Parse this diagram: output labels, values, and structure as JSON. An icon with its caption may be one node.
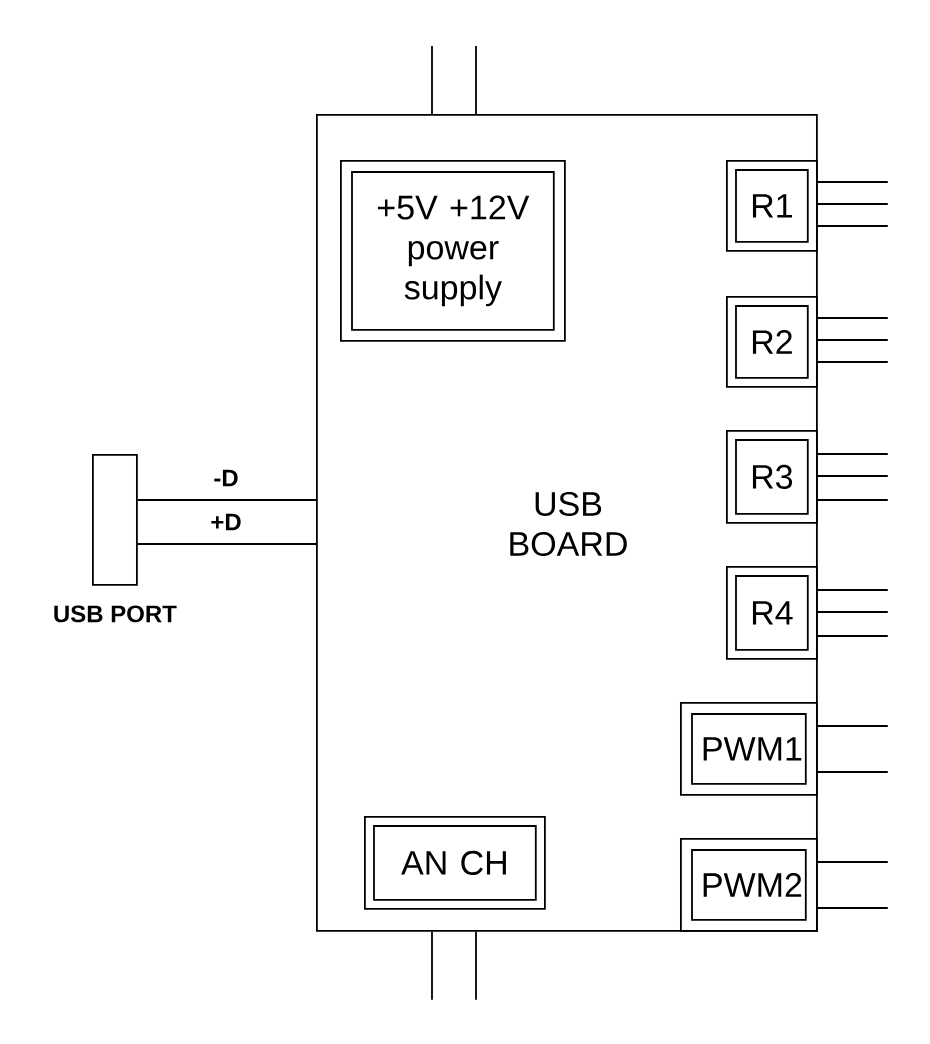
{
  "diagram": {
    "nodes": [
      {
        "text": [],
        "shape": "box",
        "beside": [
          "USB PORT"
        ]
      },
      {
        "text": [
          "USB BOARD"
        ]
      },
      {
        "text": [
          "+5V +12V power supply"
        ],
        "in": 1
      },
      {
        "text": [
          "R1"
        ],
        "in": 1
      },
      {
        "text": [
          "R2"
        ],
        "in": 1
      },
      {
        "text": [
          "R3"
        ],
        "in": 1
      },
      {
        "text": [
          "R4"
        ],
        "in": 1
      },
      {
        "text": [
          "PWM1"
        ],
        "in": 1
      },
      {
        "text": [
          "PWM2"
        ],
        "in": 1
      },
      {
        "text": [
          "AN CH"
        ],
        "in": 1
      }
    ],
    "edges": [
      {
        "from": 0,
        "to": 1,
        "arrow": "none",
        "label": "-D"
      },
      {
        "from": 0,
        "to": 1,
        "arrow": "none",
        "label": "+D"
      },
      {
        "from": 1,
        "to": null,
        "arrow": "none"
      },
      {
        "from": 1,
        "to": null,
        "arrow": "none"
      },
      {
        "from": 1,
        "to": null,
        "arrow": "none"
      },
      {
        "from": 1,
        "to": null,
        "arrow": "none"
      },
      {
        "from": 3,
        "to": null,
        "arrow": "none"
      },
      {
        "from": 3,
        "to": null,
        "arrow": "none"
      },
      {
        "from": 3,
        "to": null,
        "arrow": "none"
      },
      {
        "from": 4,
        "to": null,
        "arrow": "none"
      },
      {
        "from": 4,
        "to": null,
        "arrow": "none"
      },
      {
        "from": 4,
        "to": null,
        "arrow": "none"
      },
      {
        "from": 5,
        "to": null,
        "arrow": "none"
      },
      {
        "from": 5,
        "to": null,
        "arrow": "none"
      },
      {
        "from": 5,
        "to": null,
        "arrow": "none"
      },
      {
        "from": 6,
        "to": null,
        "arrow": "none"
      },
      {
        "from": 6,
        "to": null,
        "arrow": "none"
      },
      {
        "from": 6,
        "to": null,
        "arrow": "none"
      },
      {
        "from": 7,
        "to": null,
        "arrow": "none"
      },
      {
        "from": 7,
        "to": null,
        "arrow": "none"
      },
      {
        "from": 8,
        "to": null,
        "arrow": "none"
      },
      {
        "from": 8,
        "to": null,
        "arrow": "none"
      }
    ]
  }
}
